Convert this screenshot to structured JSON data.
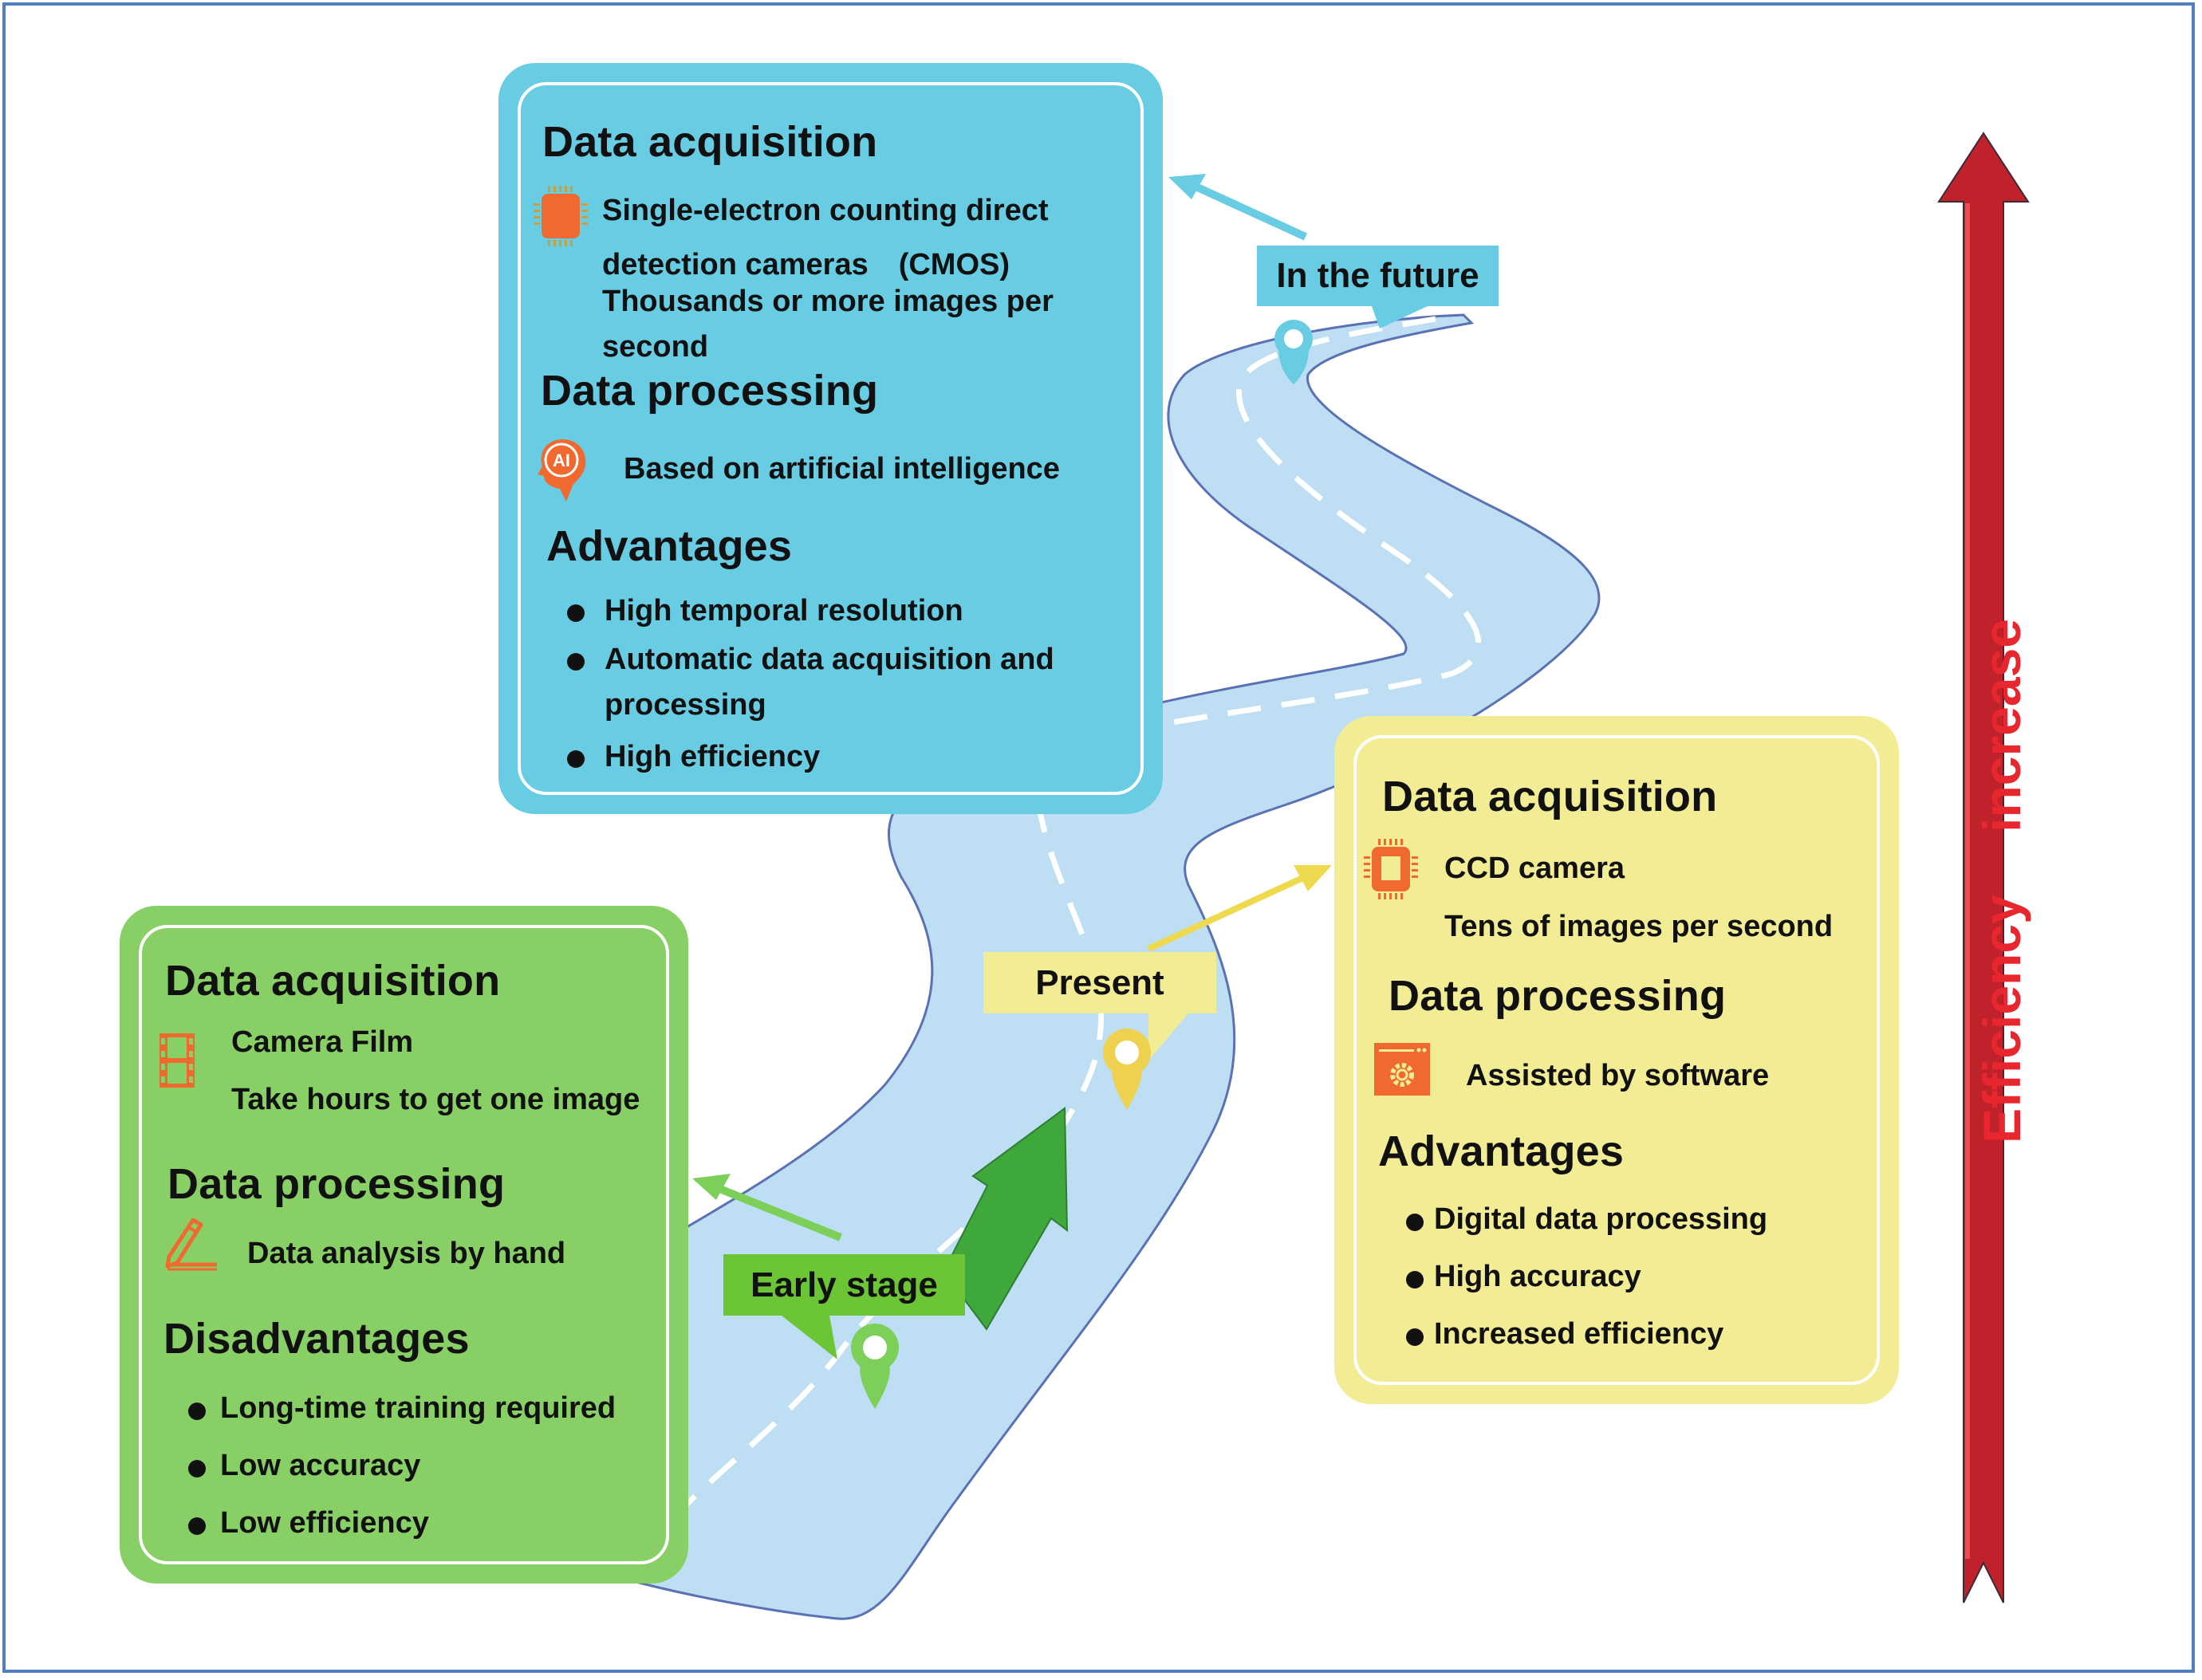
{
  "figure": {
    "frame_color": "#4f7fc0",
    "road_color": "#bddef3",
    "road_edge_color": "#5a72b4",
    "efficiency_arrow": {
      "label_word1": "Efficiency",
      "label_word2": "increase",
      "color": "#c0222c",
      "label_color": "#e8262e"
    }
  },
  "stages": {
    "future": {
      "tag": "In the future",
      "color": "#68cce3",
      "acquisition": {
        "heading": "Data acquisition",
        "icon": "cmos-chip-icon",
        "lines": [
          "Single-electron counting direct",
          "detection cameras　(CMOS)",
          "Thousands or more images per",
          "second"
        ]
      },
      "processing": {
        "heading": "Data processing",
        "icon": "ai-head-icon",
        "icon_text": "AI",
        "text": "Based on artificial intelligence"
      },
      "summary": {
        "heading": "Advantages",
        "items": [
          "High temporal resolution",
          "Automatic data acquisition and",
          "processing",
          "High efficiency"
        ]
      }
    },
    "present": {
      "tag": "Present",
      "color": "#f2ec95",
      "acquisition": {
        "heading": "Data acquisition",
        "icon": "ccd-chip-icon",
        "lines": [
          "CCD camera",
          "Tens of images per second"
        ]
      },
      "processing": {
        "heading": "Data processing",
        "icon": "software-window-gear-icon",
        "text": "Assisted by software"
      },
      "summary": {
        "heading": "Advantages",
        "items": [
          "Digital data  processing",
          "High accuracy",
          "Increased efficiency"
        ]
      }
    },
    "early": {
      "tag": "Early stage",
      "color": "#88d065",
      "acquisition": {
        "heading": "Data acquisition",
        "icon": "film-strip-icon",
        "lines": [
          "Camera Film",
          "Take hours to get one image"
        ]
      },
      "processing": {
        "heading": "Data processing",
        "icon": "pen-writing-icon",
        "text": "Data analysis by hand"
      },
      "summary": {
        "heading": "Disadvantages",
        "items": [
          "Long-time training required",
          "Low accuracy",
          "Low efficiency"
        ]
      }
    }
  },
  "icon_color": "#f06a30"
}
